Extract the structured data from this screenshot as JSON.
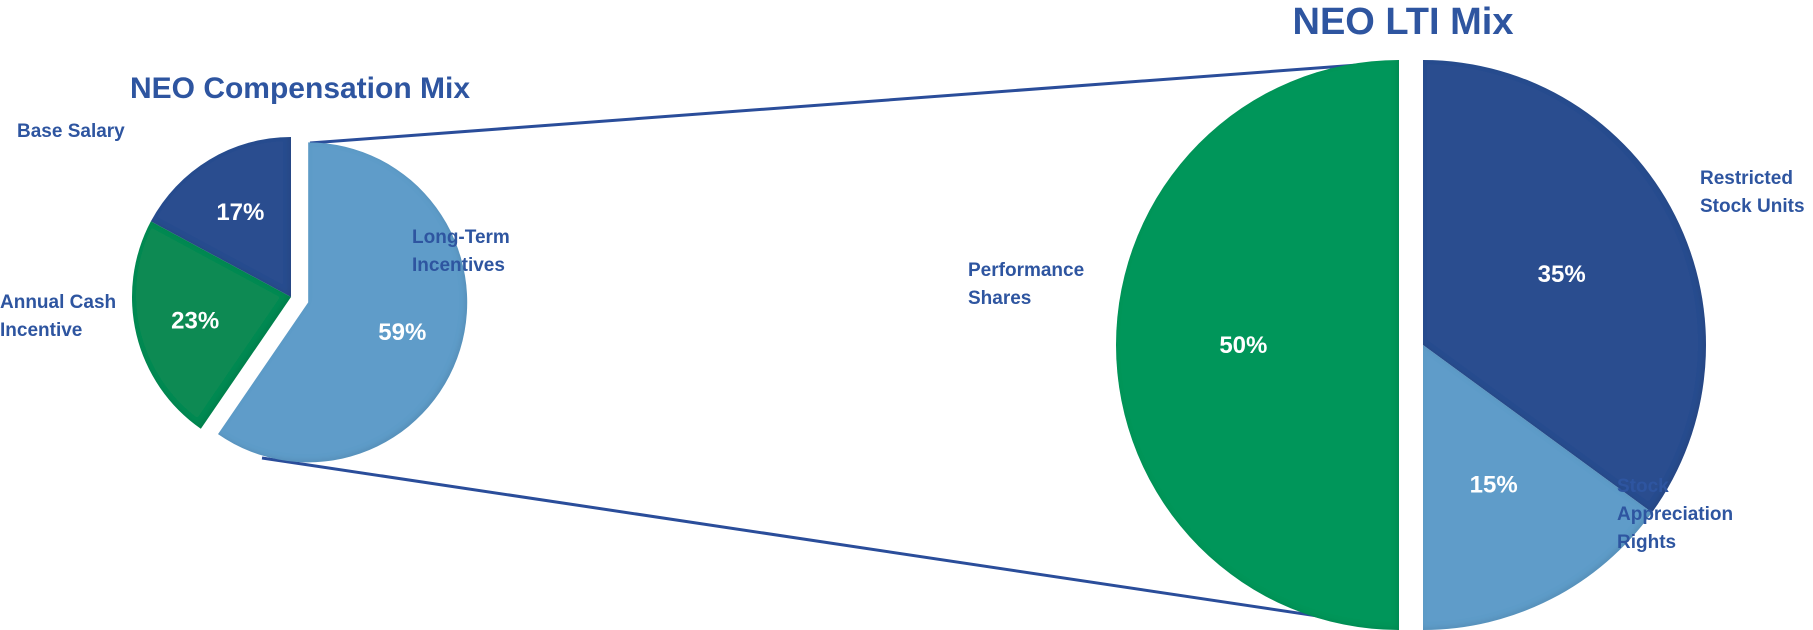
{
  "chart_data": [
    {
      "type": "pie",
      "title": "NEO Compensation Mix",
      "categories": [
        "Base Salary",
        "Annual Cash Incentive",
        "Long-Term Incentives"
      ],
      "values": [
        17,
        23,
        59
      ],
      "value_labels": [
        "17%",
        "23%",
        "59%"
      ],
      "label_lines": [
        [
          "Base Salary"
        ],
        [
          "Annual Cash",
          "Incentive"
        ],
        [
          "Long-Term",
          "Incentives"
        ]
      ],
      "colors": [
        "#2a4d8f",
        "#118a52",
        "#5e9cc9"
      ],
      "exploded": "Long-Term Incentives"
    },
    {
      "type": "pie",
      "title": "NEO LTI Mix",
      "categories": [
        "Restricted Stock Units",
        "Stock Appreciation Rights",
        "Performance Shares"
      ],
      "values": [
        35,
        15,
        50
      ],
      "value_labels": [
        "35%",
        "15%",
        "50%"
      ],
      "label_lines": [
        [
          "Restricted",
          "Stock Units"
        ],
        [
          "Stock",
          "Appreciation",
          "Rights"
        ],
        [
          "Performance",
          "Shares"
        ]
      ],
      "colors": [
        "#2a4d8f",
        "#5e9cc9",
        "#00965a"
      ],
      "exploded": "Restricted Stock Units"
    }
  ],
  "connector_color": "#2a4d9a"
}
